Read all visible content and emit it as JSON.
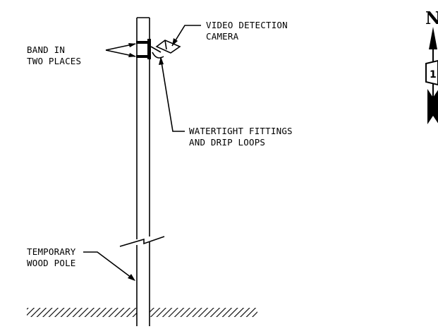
{
  "labels": {
    "band_line1": "BAND IN",
    "band_line2": "TWO PLACES",
    "camera_line1": "VIDEO DETECTION",
    "camera_line2": "CAMERA",
    "fittings_line1": "WATERTIGHT FITTINGS",
    "fittings_line2": "AND DRIP LOOPS",
    "pole_line1": "TEMPORARY",
    "pole_line2": "WOOD POLE"
  },
  "north_arrow": {
    "letter": "N",
    "number": "1"
  },
  "colors": {
    "ink": "#000000",
    "background": "#ffffff"
  }
}
